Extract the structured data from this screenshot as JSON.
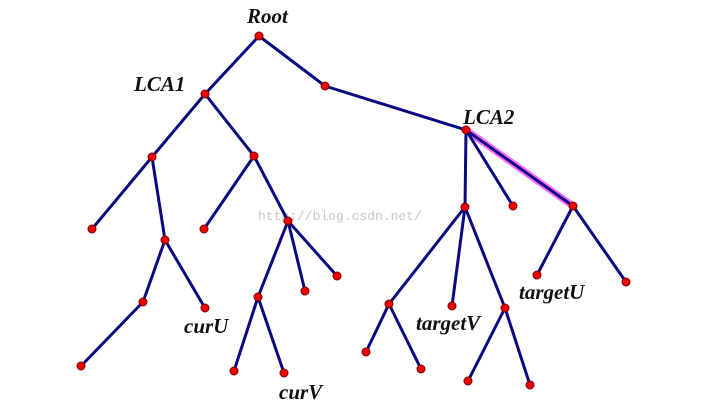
{
  "labels": {
    "root": "Root",
    "lca1": "LCA1",
    "lca2": "LCA2",
    "cur_u": "curU",
    "cur_v": "curV",
    "target_u": "targetU",
    "target_v": "targetV"
  },
  "watermark": "http://blog.csdn.net/",
  "colors": {
    "edge": "#0a0a80",
    "node": "#ee0000",
    "highlight": "#ff66ff"
  }
}
